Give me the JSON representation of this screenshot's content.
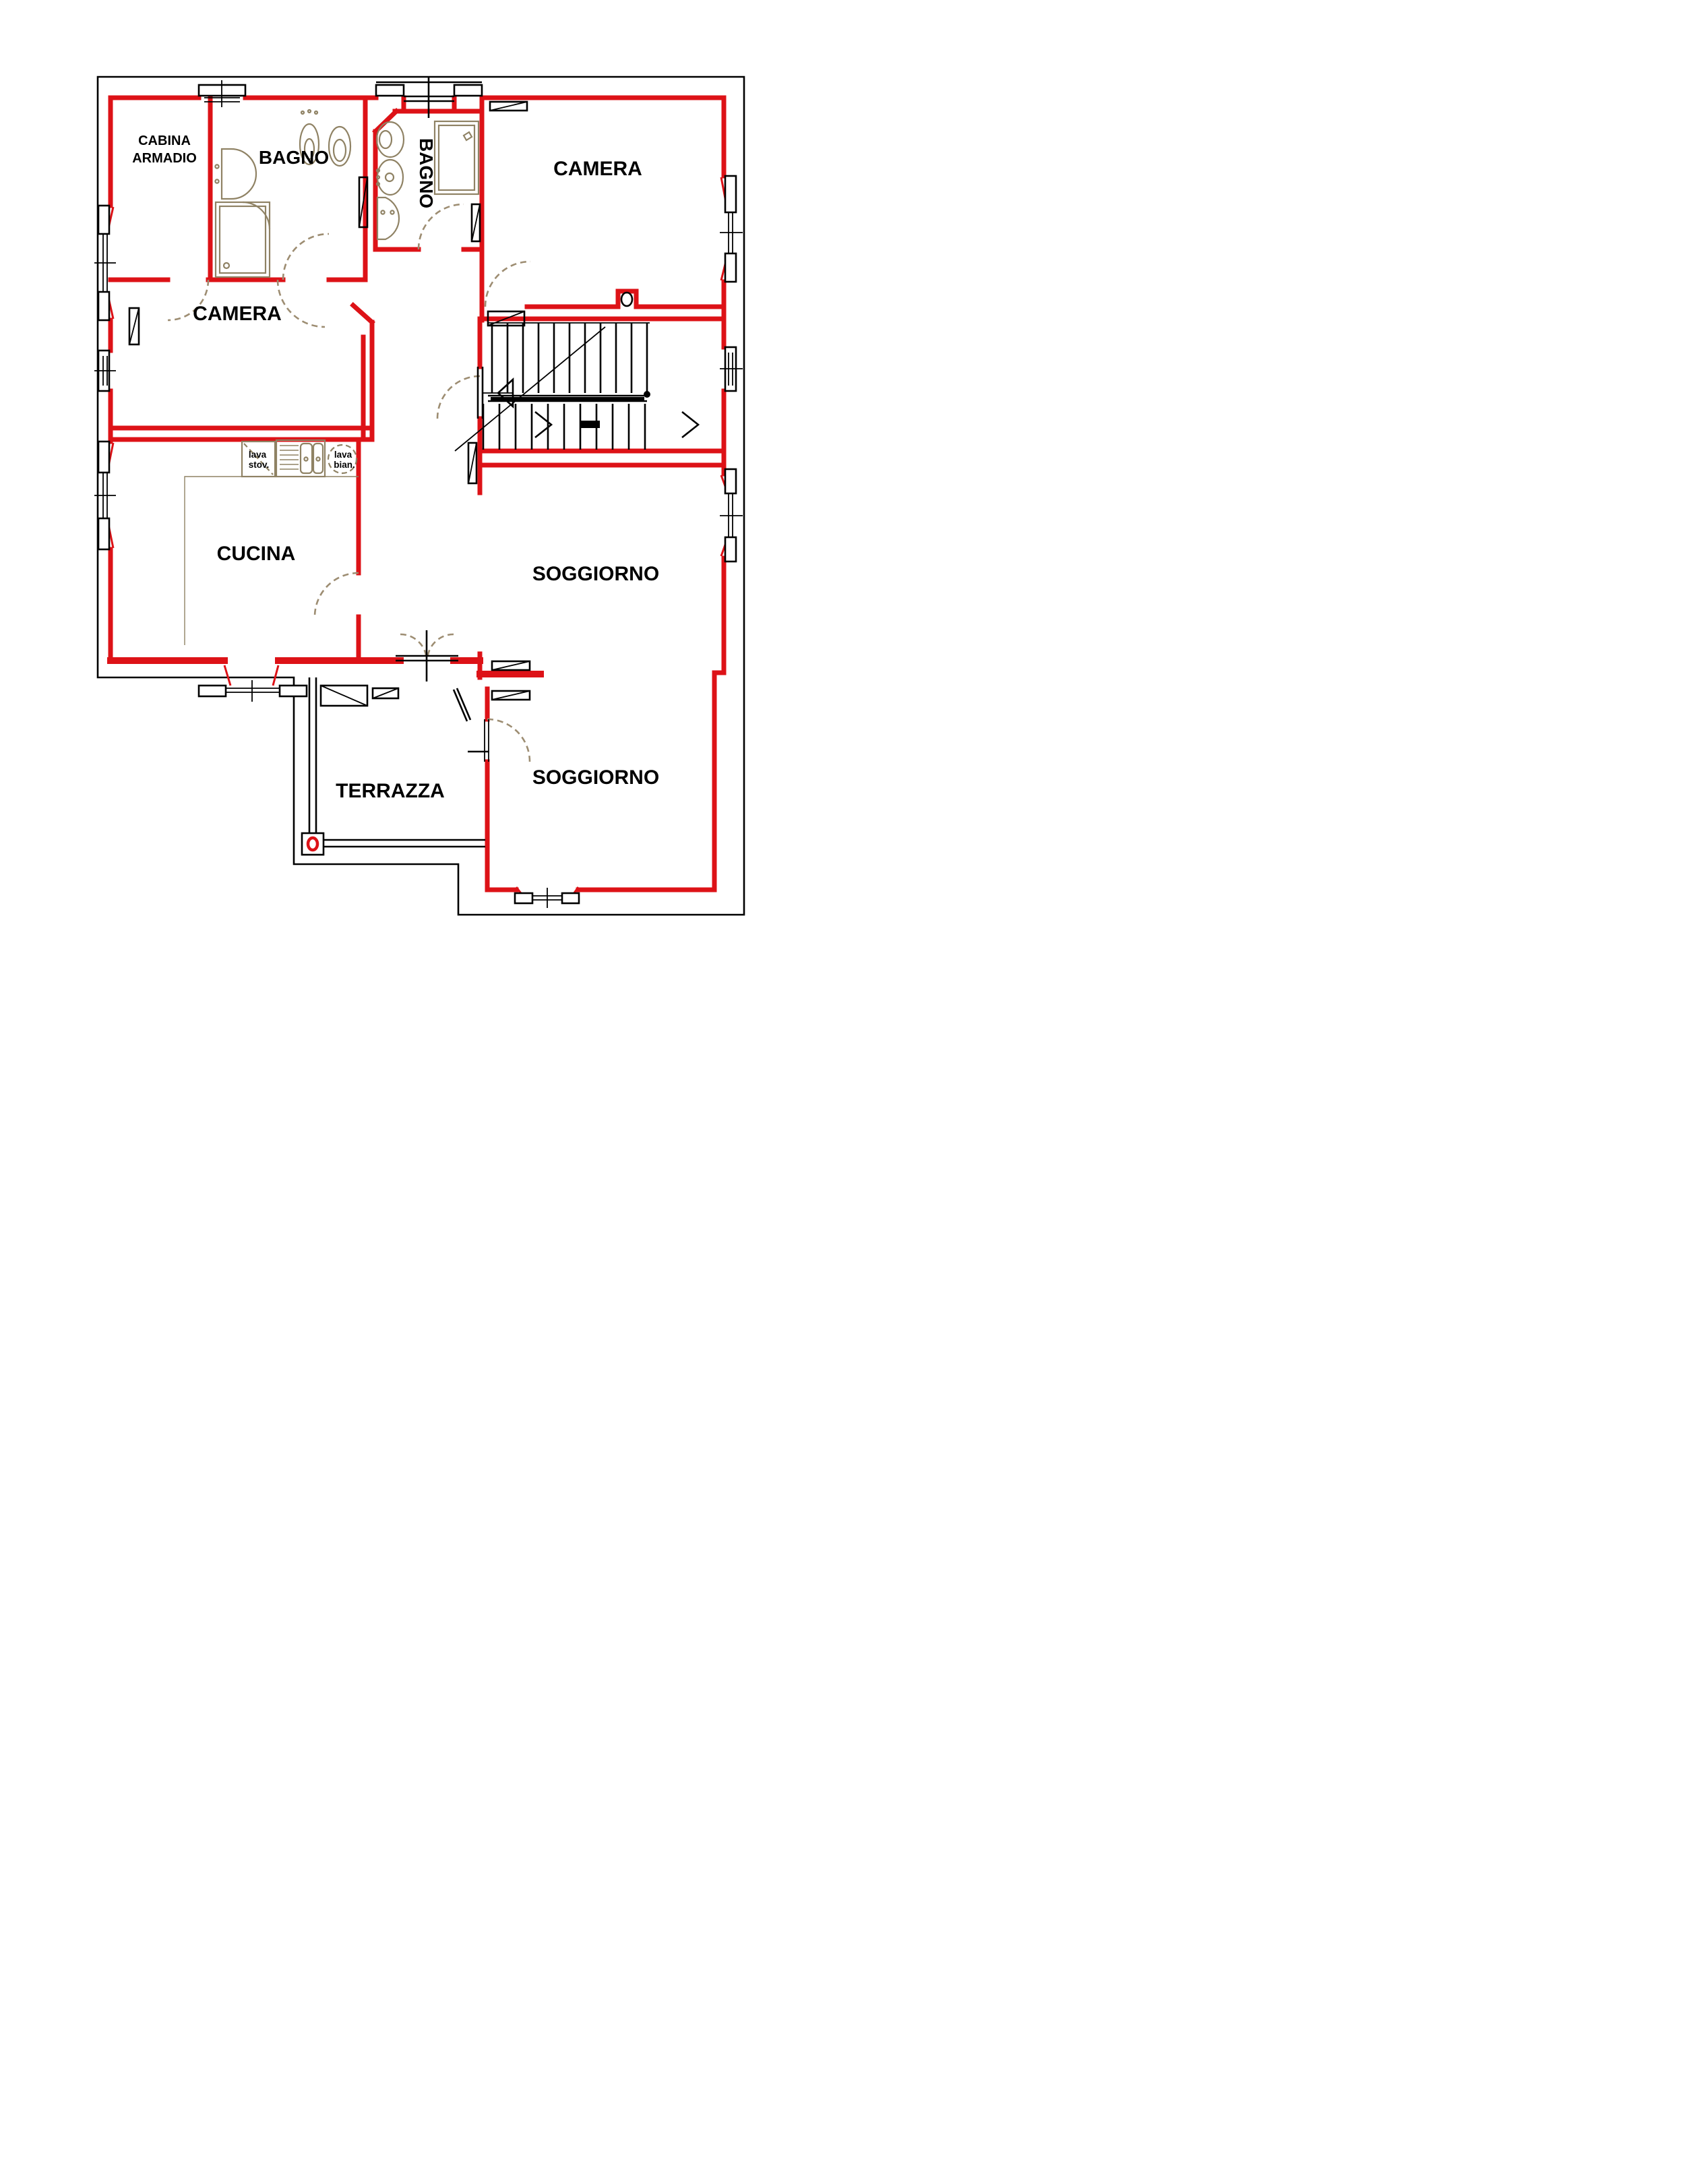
{
  "drawing": {
    "type": "architectural-floor-plan",
    "colors": {
      "wall": "#dd1217",
      "fixtures": "#8f8264",
      "door_swing": "#9d8d72",
      "lines": "#000000",
      "background": "#ffffff"
    }
  },
  "rooms": {
    "cabina_armadio": {
      "label_line1": "CABINA",
      "label_line2": "ARMADIO"
    },
    "bagno_1": {
      "label": "BAGNO"
    },
    "bagno_2": {
      "label": "BAGNO"
    },
    "camera_left": {
      "label": "CAMERA"
    },
    "camera_right": {
      "label": "CAMERA"
    },
    "cucina": {
      "label": "CUCINA"
    },
    "soggiorno_upper": {
      "label": "SOGGIORNO"
    },
    "soggiorno_lower": {
      "label": "SOGGIORNO"
    },
    "terrazza": {
      "label": "TERRAZZA"
    }
  },
  "kitchen_fixtures": {
    "dishwasher": {
      "label_line1": "lava",
      "label_line2": "stov."
    },
    "washing_machine": {
      "label_line1": "lava",
      "label_line2": "bian."
    }
  }
}
